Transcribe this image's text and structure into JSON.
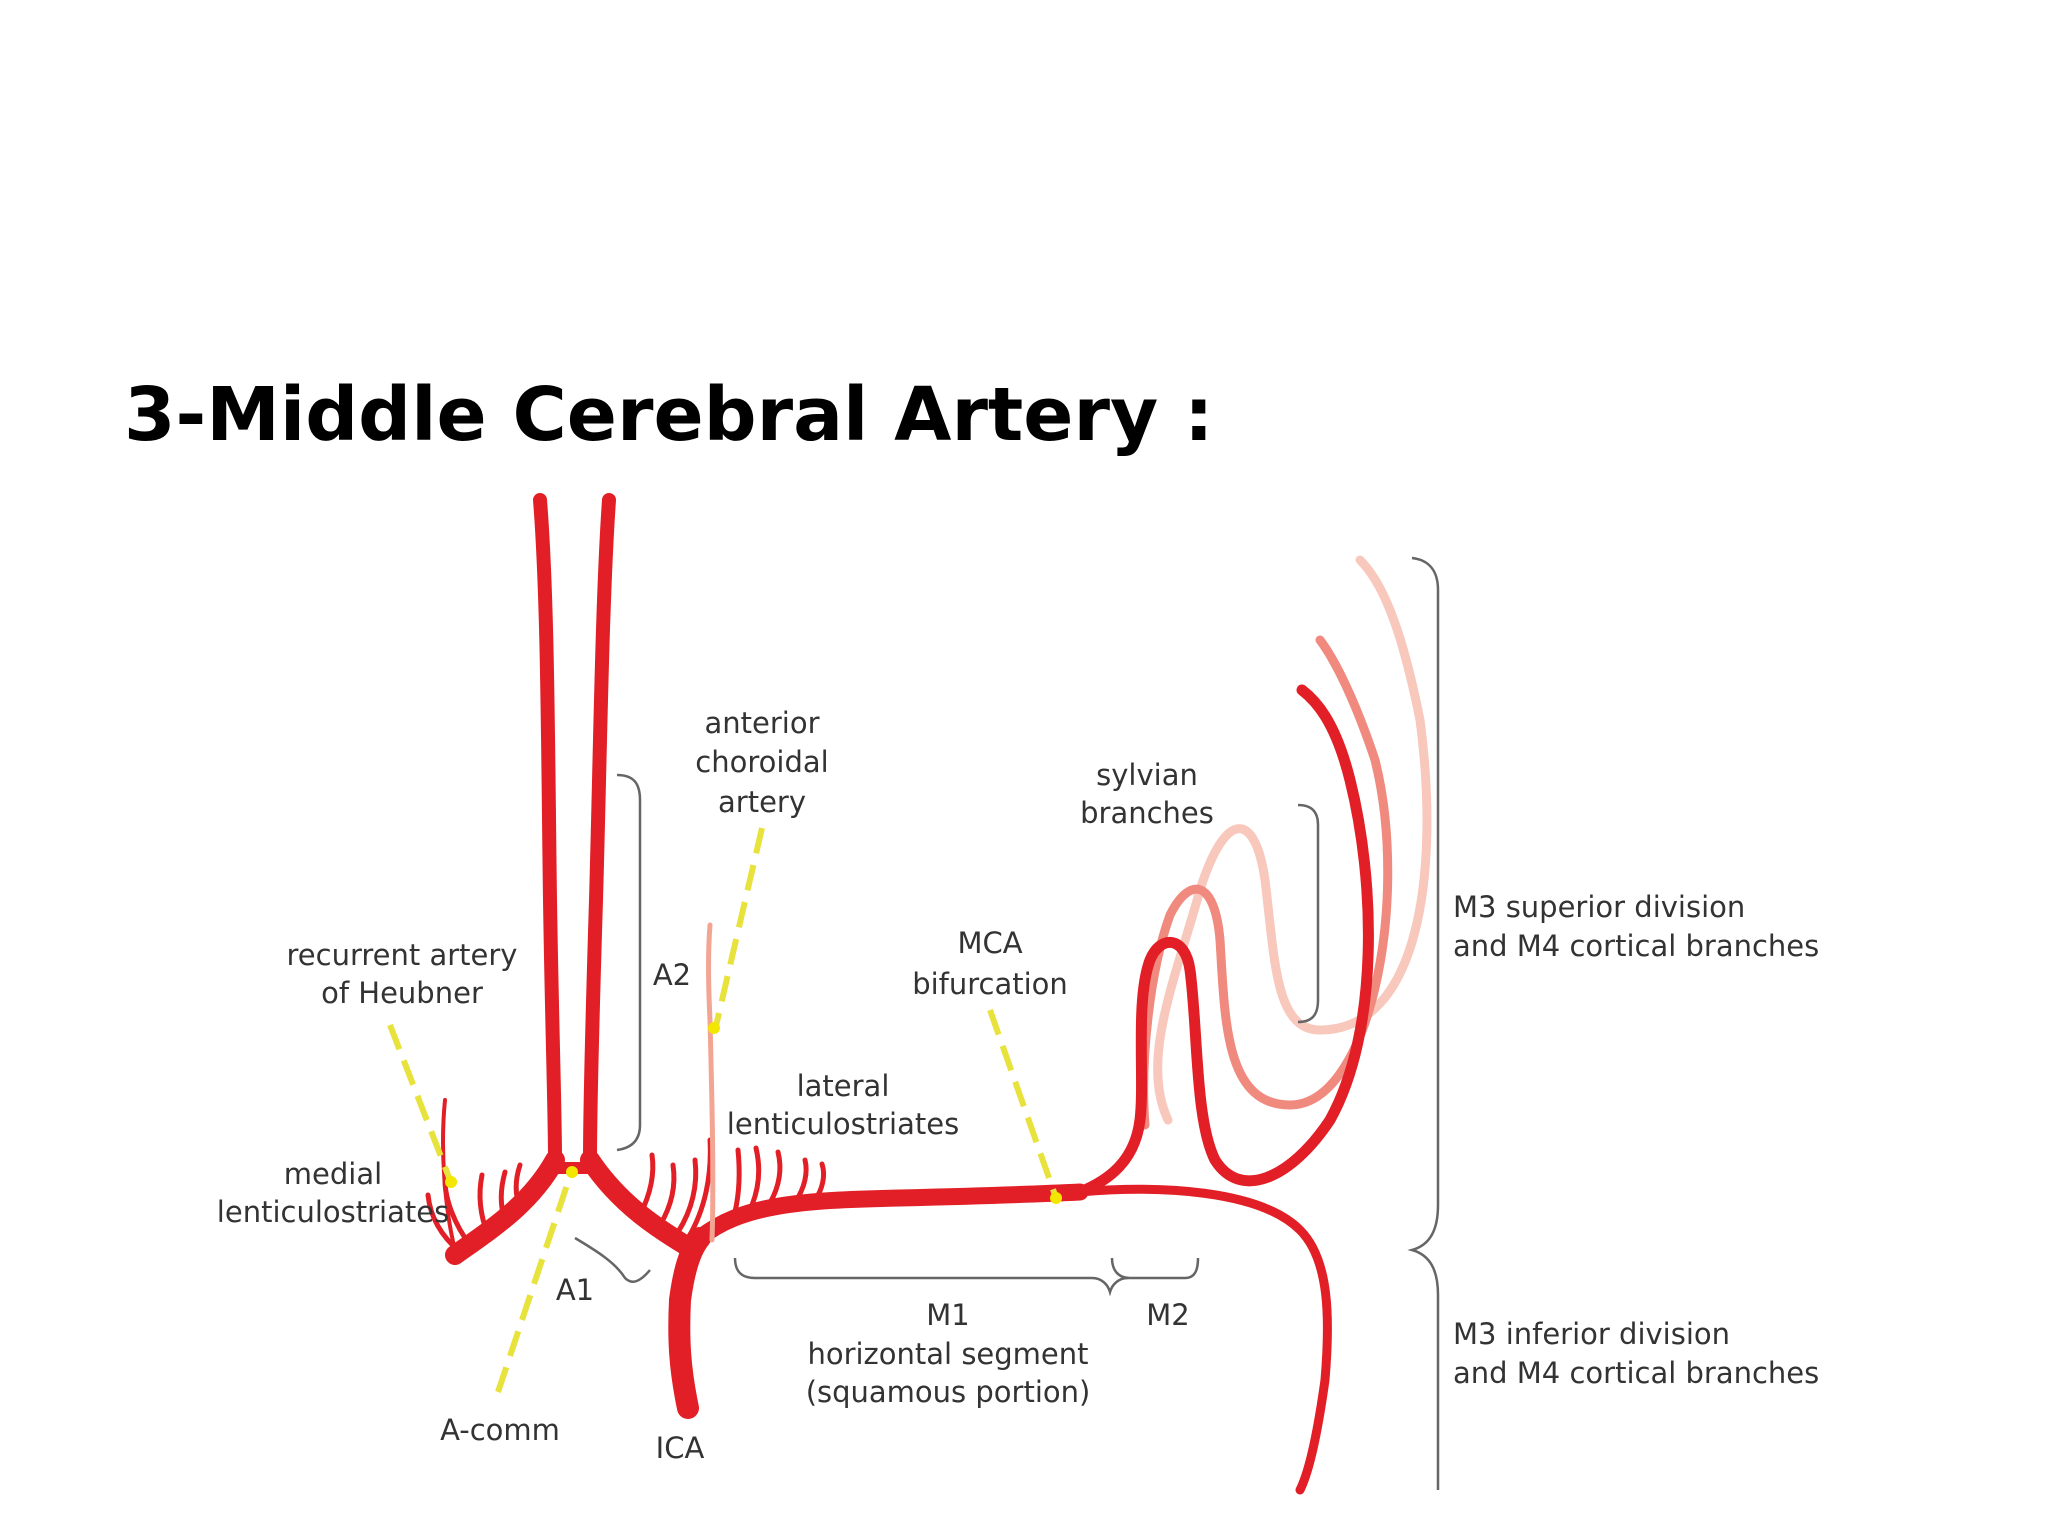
{
  "slide": {
    "title": "3-Middle Cerebral Artery :"
  },
  "colors": {
    "artery": "#e21f26",
    "artery_light": "#f08a7e",
    "artery_faint": "#f8c8bc",
    "pointer": "#e8e23c",
    "bracket": "#666666",
    "label": "#333333"
  },
  "labels": {
    "anterior_choroidal": [
      "anterior",
      "choroidal",
      "artery"
    ],
    "sylvian": [
      "sylvian",
      "branches"
    ],
    "m3_superior": [
      "M3 superior division",
      "and M4 cortical branches"
    ],
    "recurrent_heubner": [
      "recurrent artery",
      "of Heubner"
    ],
    "a2": "A2",
    "mca_bifurcation": [
      "MCA",
      "bifurcation"
    ],
    "lateral_lenticulostriates": [
      "lateral",
      "lenticulostriates"
    ],
    "medial_lenticulostriates": [
      "medial",
      "lenticulostriates"
    ],
    "a1": "A1",
    "m1": [
      "M1",
      "horizontal segment",
      "(squamous portion)"
    ],
    "m2": "M2",
    "m3_inferior": [
      "M3 inferior division",
      "and M4 cortical branches"
    ],
    "a_comm": "A-comm",
    "ica": "ICA"
  }
}
